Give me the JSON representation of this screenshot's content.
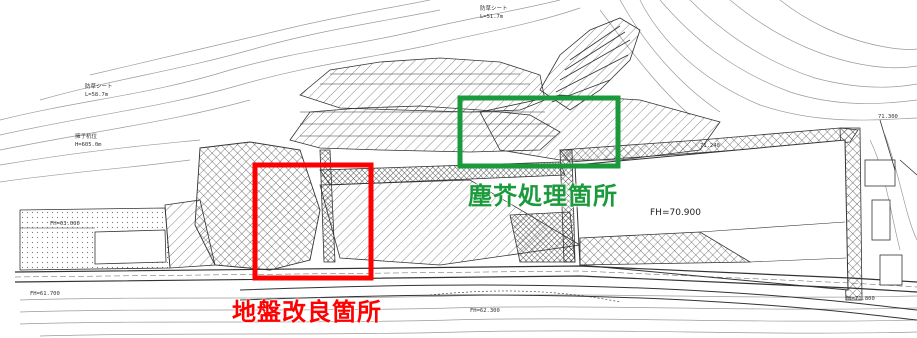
{
  "callouts": {
    "ground_improvement": {
      "label": "地盤改良箇所",
      "color": "#ff0000"
    },
    "debris_processing": {
      "label": "塵芥処理箇所",
      "color": "#1a9a3c"
    }
  },
  "plan": {
    "elevation_main": "FH=70.900",
    "elevation_left": "FH=63.000",
    "elevation_bottom_left": "FH=61.700",
    "elevation_bottom_mid": "FH=62.300",
    "elevation_right_top": "71.300",
    "elevation_right_mid": "71.240",
    "elevation_far_right": "FH=71.800",
    "sheet_note_left": "防草シート",
    "sheet_note_left_sub": "L=58.7m",
    "sheet_note_top": "防草シート",
    "sheet_note_top_sub": "L=51.7m",
    "post_note": "擁子杭位",
    "post_note_sub": "H=605.0m",
    "colors": {
      "linework": "#444444",
      "hatch": "#555555",
      "contour": "#9a9a9a"
    }
  }
}
